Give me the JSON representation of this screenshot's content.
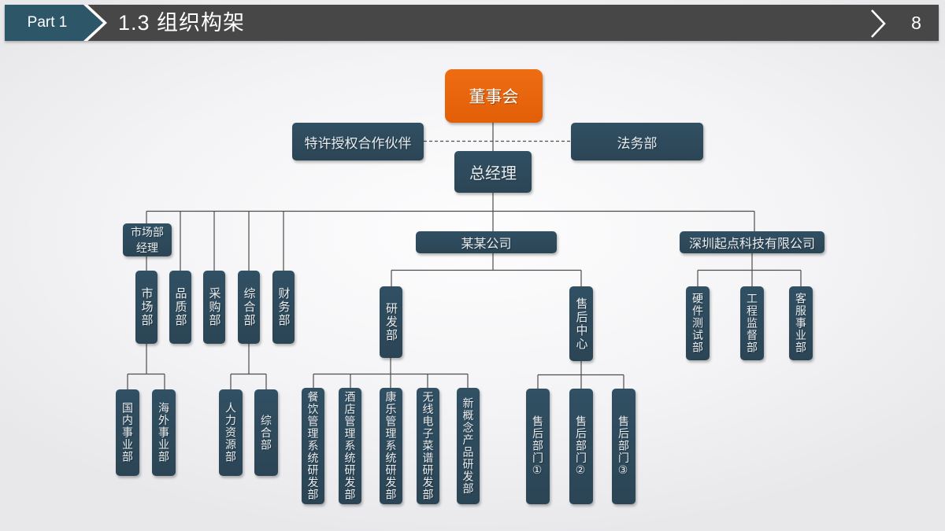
{
  "header": {
    "part": "Part 1",
    "title": "1.3 组织构架",
    "page": "8"
  },
  "org": {
    "board": "董事会",
    "partner": "特许授权合作伙伴",
    "legal": "法务部",
    "general_manager": "总经理",
    "market_manager": "市场部经理",
    "departments": [
      "市场部",
      "品质部",
      "采购部",
      "综合部",
      "财务部"
    ],
    "market_children": [
      "国内事业部",
      "海外事业部"
    ],
    "admin_children": [
      "人力资源部",
      "综合部"
    ],
    "company": "某某公司",
    "rnd": "研发部",
    "aftersales_center": "售后中心",
    "rnd_children": [
      "餐饮管理系统研发部",
      "酒店管理系统研发部",
      "康乐管理系统研发部",
      "无线电子菜谱研发部",
      "新概念产品研发部"
    ],
    "aftersales_children": [
      "售后部门①",
      "售后部门②",
      "售后部门③"
    ],
    "tech_company": "深圳起点科技有限公司",
    "tech_children": [
      "硬件测试部",
      "工程监督部",
      "客服事业部"
    ]
  },
  "colors": {
    "accent_orange": "#E8650E",
    "box_teal": "#2E4A5A",
    "header_bar": "#474747",
    "part_box": "#2E5669",
    "connector_line": "#4D4D4D"
  }
}
